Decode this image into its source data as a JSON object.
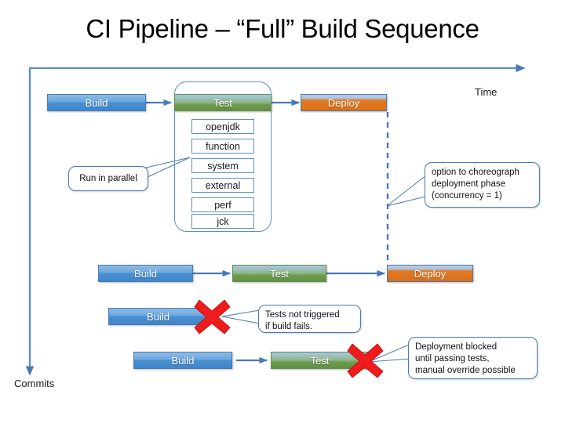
{
  "slide": {
    "title": "CI Pipeline – “Full” Build Sequence",
    "background": "#ffffff"
  },
  "axes": {
    "time_label": "Time",
    "commits_label": "Commits",
    "arrow_color": "#4a7ab5"
  },
  "colors": {
    "build": "#4a8fd0",
    "test": "#6f9c4f",
    "deploy": "#dd6f15",
    "callout_border": "#4a7ab5",
    "x_mark": "#ee1c1c",
    "dashed_line": "#4a7ab5"
  },
  "rows": [
    {
      "id": "row-full",
      "stages": [
        {
          "name": "build",
          "label": "Build"
        },
        {
          "name": "test",
          "label": "Test"
        },
        {
          "name": "deploy",
          "label": "Deploy"
        }
      ]
    },
    {
      "id": "row-second",
      "stages": [
        {
          "name": "build",
          "label": "Build"
        },
        {
          "name": "test",
          "label": "Test"
        },
        {
          "name": "deploy",
          "label": "Deploy"
        }
      ]
    },
    {
      "id": "row-build-fails",
      "stages": [
        {
          "name": "build",
          "label": "Build"
        }
      ]
    },
    {
      "id": "row-test-fails",
      "stages": [
        {
          "name": "build",
          "label": "Build"
        },
        {
          "name": "test",
          "label": "Test"
        }
      ]
    }
  ],
  "test_group": {
    "items": [
      {
        "label": "openjdk"
      },
      {
        "label": "function"
      },
      {
        "label": "system"
      },
      {
        "label": "external"
      },
      {
        "label": "perf"
      },
      {
        "label": "jck"
      }
    ]
  },
  "callouts": {
    "run_in_parallel": {
      "lines": [
        "Run in parallel"
      ]
    },
    "choreograph": {
      "lines": [
        "option to choreograph",
        "deployment phase",
        "(concurrency = 1)"
      ]
    },
    "tests_not_triggered": {
      "lines": [
        "Tests not triggered",
        "if build fails."
      ]
    },
    "deployment_blocked": {
      "lines": [
        "Deployment blocked",
        "until passing tests,",
        "manual override possible"
      ]
    }
  }
}
